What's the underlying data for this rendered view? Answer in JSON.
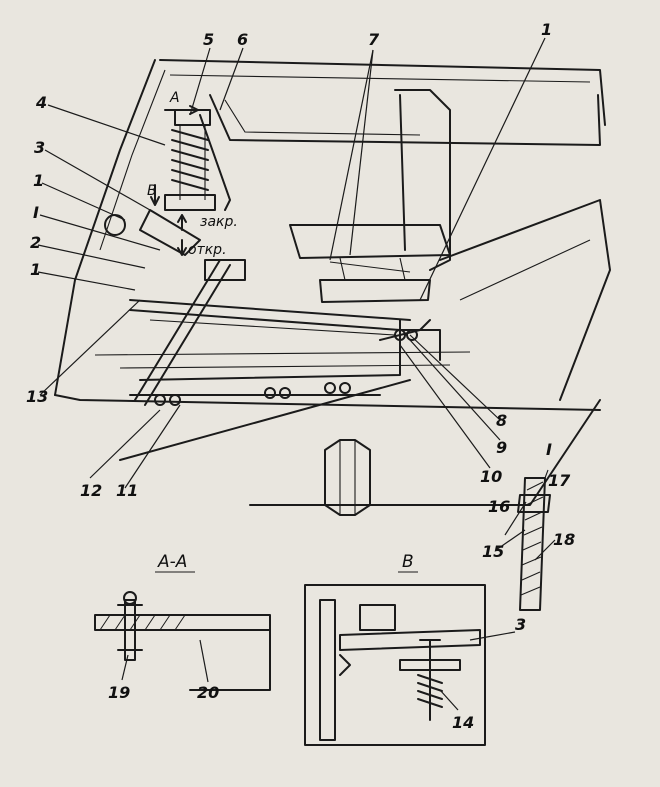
{
  "callouts": [
    {
      "id": "c5",
      "text": "5"
    },
    {
      "id": "c6",
      "text": "6"
    },
    {
      "id": "c7",
      "text": "7"
    },
    {
      "id": "c1a",
      "text": "1"
    },
    {
      "id": "c4",
      "text": "4"
    },
    {
      "id": "c3",
      "text": "3"
    },
    {
      "id": "c1b",
      "text": "1"
    },
    {
      "id": "cI",
      "text": "I"
    },
    {
      "id": "c2",
      "text": "2"
    },
    {
      "id": "c1c",
      "text": "1"
    },
    {
      "id": "c13",
      "text": "13"
    },
    {
      "id": "c12",
      "text": "12"
    },
    {
      "id": "c11",
      "text": "11"
    },
    {
      "id": "c8",
      "text": "8"
    },
    {
      "id": "c9",
      "text": "9"
    },
    {
      "id": "c10",
      "text": "10"
    },
    {
      "id": "cI2",
      "text": "I"
    },
    {
      "id": "c17",
      "text": "17"
    },
    {
      "id": "c16",
      "text": "16"
    },
    {
      "id": "c15",
      "text": "15"
    },
    {
      "id": "c18",
      "text": "18"
    },
    {
      "id": "c19",
      "text": "19"
    },
    {
      "id": "c20",
      "text": "20"
    },
    {
      "id": "c3b",
      "text": "3"
    },
    {
      "id": "c14",
      "text": "14"
    }
  ],
  "markers": {
    "view_a": "A",
    "view_b": "B",
    "closed": "закр.",
    "open": "откр."
  },
  "sections": {
    "aa_title": "A-A",
    "b_title": "B"
  }
}
